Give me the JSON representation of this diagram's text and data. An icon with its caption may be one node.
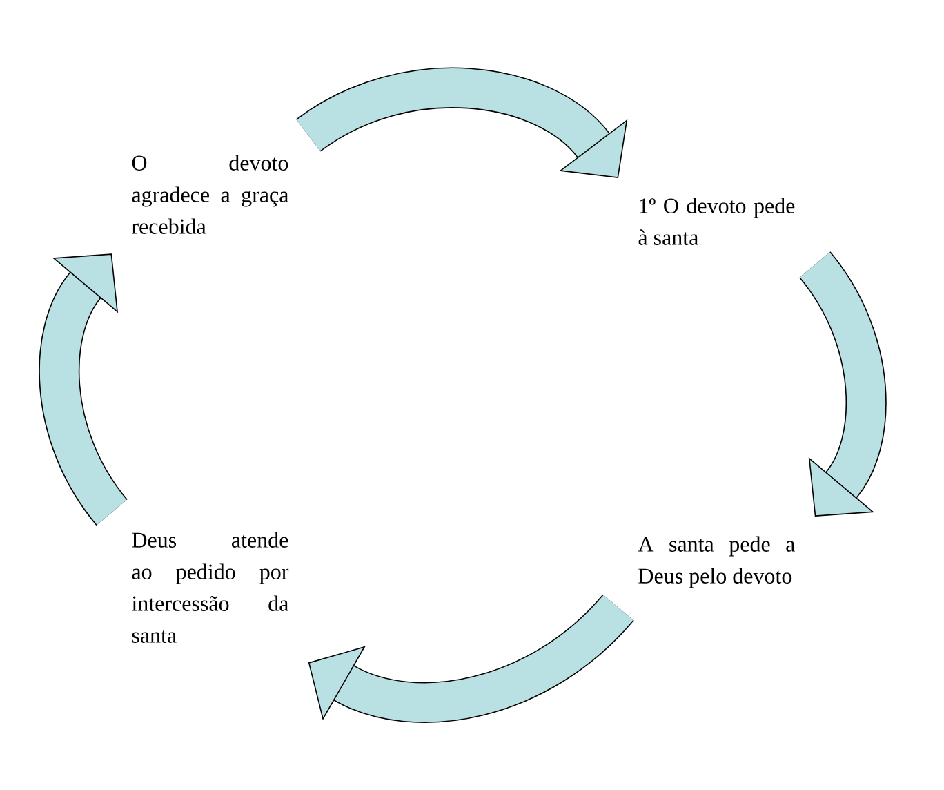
{
  "diagram": {
    "nodes": [
      {
        "text": [
          "1º O devoto pede à santa"
        ]
      },
      {
        "text": [
          "A santa pede a Deus pelo devoto"
        ]
      },
      {
        "text": [
          "Deus atende ao pedido por intercessão da santa"
        ]
      },
      {
        "text": [
          "O devoto agradece a graça recebida"
        ]
      }
    ],
    "edges": [
      {
        "from": 3,
        "to": 0,
        "arrow": "to"
      },
      {
        "from": 0,
        "to": 1,
        "arrow": "to"
      },
      {
        "from": 1,
        "to": 2,
        "arrow": "to"
      },
      {
        "from": 2,
        "to": 3,
        "arrow": "to"
      }
    ]
  }
}
